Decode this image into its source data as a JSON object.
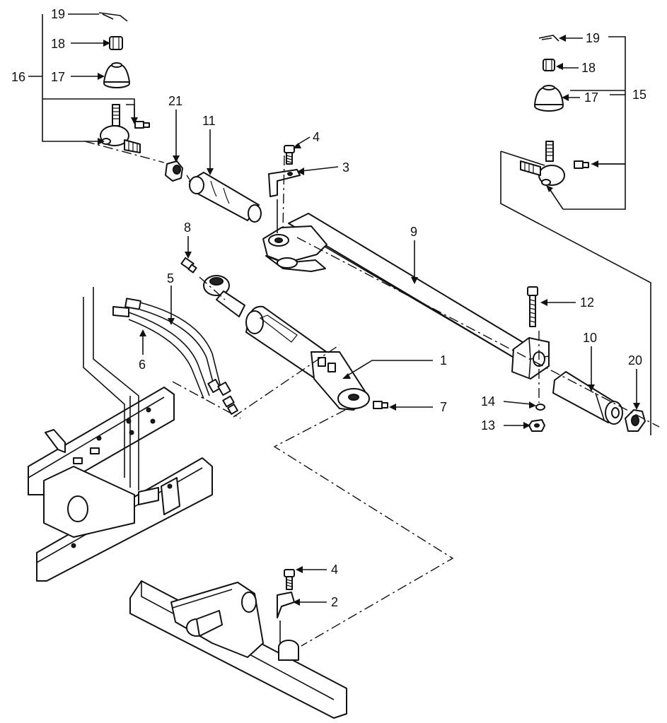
{
  "diagram": {
    "callouts": {
      "c1": "1",
      "c2": "2",
      "c3": "3",
      "c4_top": "4",
      "c4_bottom": "4",
      "c5": "5",
      "c6": "6",
      "c7": "7",
      "c8": "8",
      "c9": "9",
      "c10": "10",
      "c11": "11",
      "c12": "12",
      "c13": "13",
      "c14": "14",
      "c15": "15",
      "c16": "16",
      "c17_left": "17",
      "c17_right": "17",
      "c18_left": "18",
      "c18_right": "18",
      "c19_left": "19",
      "c19_right": "19",
      "c20": "20",
      "c21": "21"
    }
  }
}
